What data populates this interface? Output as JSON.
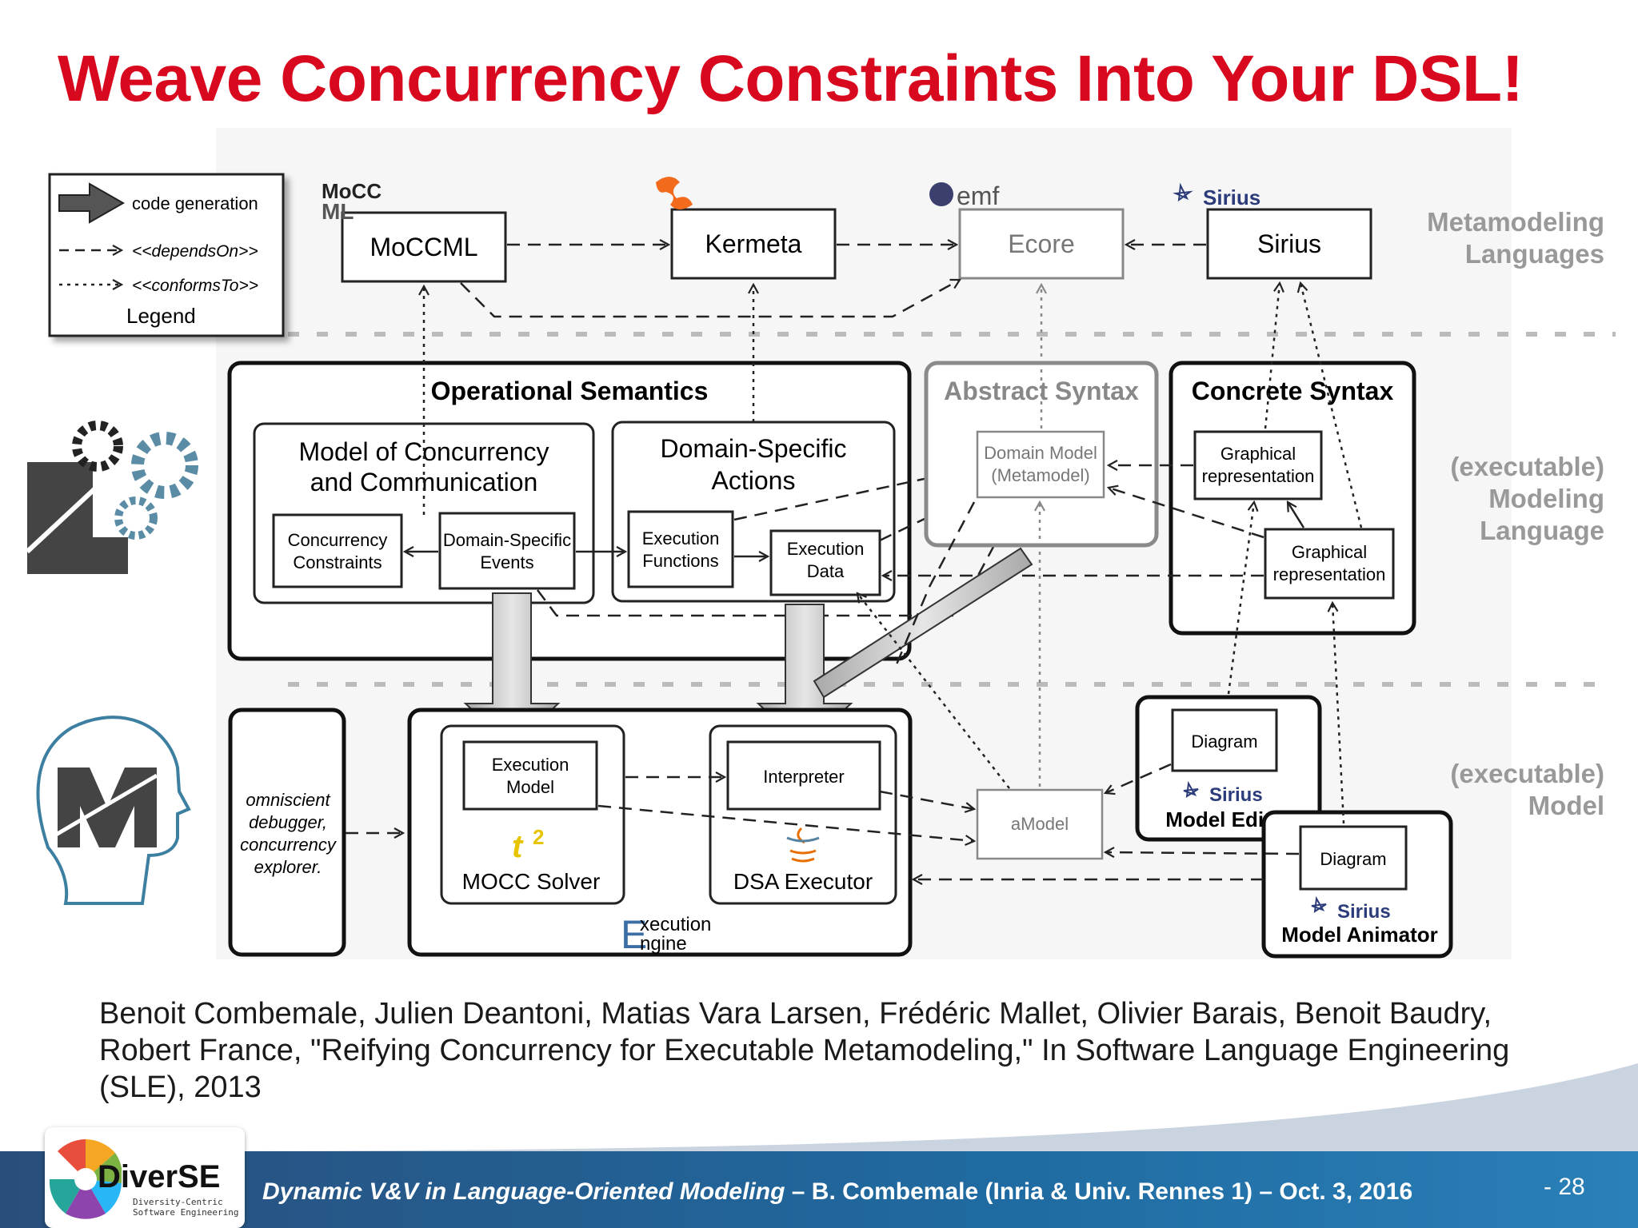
{
  "slide": {
    "title": "Weave Concurrency Constraints Into Your DSL!",
    "page_number": "- 28"
  },
  "legend": {
    "code_generation": "code generation",
    "depends_on": "<<dependsOn>>",
    "conforms_to": "<<conformsTo>>",
    "title": "Legend"
  },
  "metamodeling": {
    "moccml": "MoCCML",
    "kermeta": "Kermeta",
    "ecore": "Ecore",
    "sirius": "Sirius",
    "moccml_logo_top": "MoCC",
    "moccml_logo_bottom": "ML",
    "emf_logo": "emf",
    "sirius_logo": "Sirius"
  },
  "layers": {
    "metamodeling": "Metamodeling\nLanguages",
    "language": "(executable)\nModeling\nLanguage",
    "model": "(executable)\nModel"
  },
  "operational_semantics": {
    "title": "Operational Semantics",
    "mocc_title_1": "Model of Concurrency",
    "mocc_title_2": "and Communication",
    "concurrency_constraints_1": "Concurrency",
    "concurrency_constraints_2": "Constraints",
    "domain_specific_events_1": "Domain-Specific",
    "domain_specific_events_2": "Events",
    "dsa_title_1": "Domain-Specific",
    "dsa_title_2": "Actions",
    "execution_functions_1": "Execution",
    "execution_functions_2": "Functions",
    "execution_data_1": "Execution",
    "execution_data_2": "Data"
  },
  "abstract_syntax": {
    "title": "Abstract Syntax",
    "domain_model_1": "Domain Model",
    "domain_model_2": "(Metamodel)"
  },
  "concrete_syntax": {
    "title": "Concrete Syntax",
    "graphical_1_a": "Graphical",
    "graphical_1_b": "representation",
    "graphical_2_a": "Graphical",
    "graphical_2_b": "representation"
  },
  "model_layer": {
    "debugger_1": "omniscient",
    "debugger_2": "debugger,",
    "debugger_3": "concurrency",
    "debugger_4": "explorer.",
    "execution_model_1": "Execution",
    "execution_model_2": "Model",
    "mocc_solver": "MOCC Solver",
    "interpreter": "Interpreter",
    "dsa_executor": "DSA Executor",
    "execution_engine_1": "xecution",
    "execution_engine_2": "ngine",
    "amodel": "aModel",
    "diagram_editor": "Diagram",
    "sirius_editor": "Sirius",
    "model_editor": "Model Editor",
    "diagram_animator": "Diagram",
    "sirius_animator": "Sirius",
    "model_animator": "Model Animator"
  },
  "citation": {
    "line1": "Benoit Combemale, Julien Deantoni, Matias Vara Larsen, Frédéric Mallet, Olivier Barais, Benoit Baudry,",
    "line2": "Robert France, \"Reifying Concurrency for Executable Metamodeling,\" In Software Language Engineering",
    "line3": "(SLE), 2013"
  },
  "footer": {
    "italic": "Dynamic V&V in Language-Oriented Modeling",
    "rest": " – B. Combemale (Inria & Univ. Rennes 1) – Oct. 3, 2016",
    "logo": "DiverSE",
    "logo_sub_1": "Diversity-Centric",
    "logo_sub_2": "Software Engineering"
  },
  "colors": {
    "title_red": "#d8091f",
    "layer_grey": "#999999",
    "footer_blue": "#1f6aa0"
  }
}
